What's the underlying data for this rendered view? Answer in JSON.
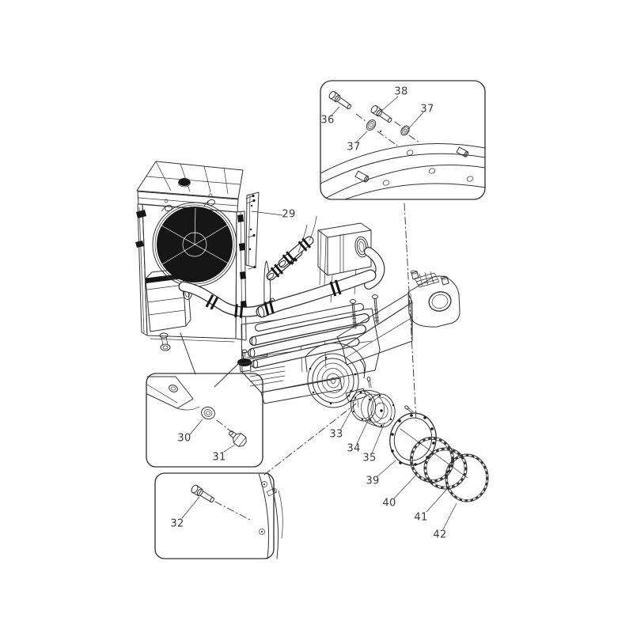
{
  "figure": {
    "type": "exploded-parts-diagram"
  },
  "colors": {
    "background": "#ffffff",
    "line": "#323232",
    "label_text": "#3a3a3a",
    "fan_fill": "#0e0e0e"
  },
  "callouts": {
    "c29": "29",
    "c30": "30",
    "c31": "31",
    "c32": "32",
    "c33": "33",
    "c34": "34",
    "c35": "35",
    "c36": "36",
    "c37a": "37",
    "c37b": "37",
    "c38": "38",
    "c39": "39",
    "c40": "40",
    "c41": "41",
    "c42": "42"
  }
}
